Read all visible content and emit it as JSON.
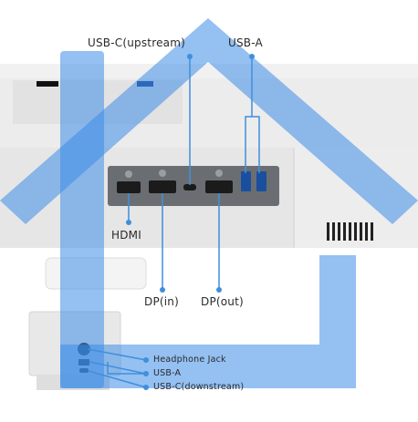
{
  "labels": {
    "usb_c_upstream": "USB-C(upstream)",
    "usb_a_top": "USB-A",
    "hdmi": "HDMI",
    "dp_in": "DP(in)",
    "dp_out": "DP(out)",
    "headphone_jack": "Headphone Jack",
    "usb_a_side": "USB-A",
    "usb_c_downstream": "USB-C(downstream)"
  },
  "colors": {
    "callout": "#3f8fdc",
    "overlay": "#3d8de8",
    "port_panel": "#6a6e72",
    "monitor_body": "#eeeeee"
  }
}
